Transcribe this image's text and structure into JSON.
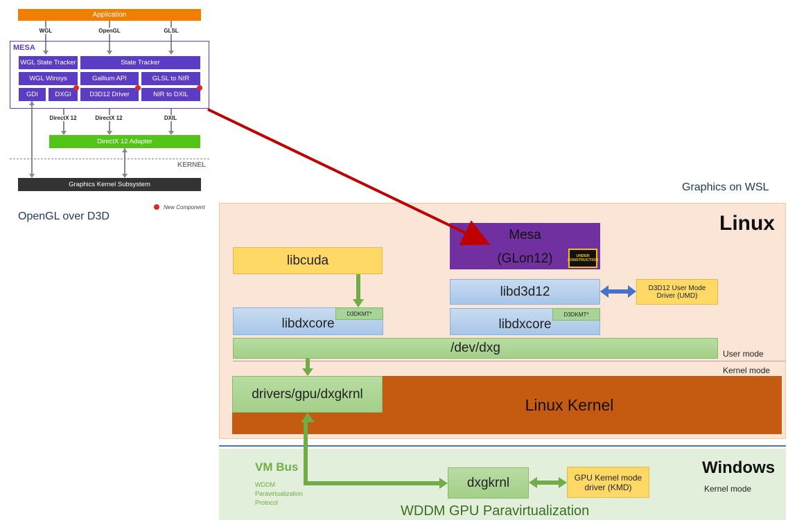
{
  "top": {
    "application": "Application",
    "api_labels": [
      "WGL",
      "OpenGL",
      "GLSL"
    ],
    "mesa_label": "MESA",
    "mesa_row1": [
      "WGL State Tracker",
      "State Tracker"
    ],
    "mesa_row2": [
      "WGL Winsys",
      "Gallium API",
      "GLSL to NIR"
    ],
    "mesa_row3": [
      "GDI",
      "DXGI",
      "D3D12 Driver",
      "NIR to DXIL"
    ],
    "out_labels": [
      "DirectX 12",
      "DirectX 12",
      "DXIL"
    ],
    "adapter": "DirectX 12 Adapter",
    "kernel_label": "KERNEL",
    "kernel_subsystem": "Graphics Kernel Subsystem",
    "legend": "New Component",
    "caption": "OpenGL over D3D"
  },
  "wsl": {
    "title": "Graphics on WSL",
    "linux_label": "Linux",
    "mesa_line1": "Mesa",
    "mesa_line2": "(GLon12)",
    "construction_sign": "UNDER CONSTRUCTION",
    "libcuda": "libcuda",
    "libd3d12": "libd3d12",
    "umd": "D3D12 User Mode Driver (UMD)",
    "libdxcore_left": "libdxcore",
    "libdxcore_right": "libdxcore",
    "d3dkmt_left": "D3DKMT*",
    "d3dkmt_right": "D3DKMT*",
    "devdxg": "/dev/dxg",
    "user_mode": "User mode",
    "kernel_mode": "Kernel mode",
    "dxgkrnl_linux": "drivers/gpu/dxgkrnl",
    "linux_kernel": "Linux Kernel",
    "windows_label": "Windows",
    "windows_kernel_mode": "Kernel mode",
    "vmbus": "VM Bus",
    "vmbus_sub": [
      "WDDM",
      "Paravirtualization",
      "Protocol"
    ],
    "dxgkrnl_win": "dxgkrnl",
    "kmd": "GPU Kernel mode driver (KMD)",
    "footer": "WDDM GPU Paravirtualization"
  },
  "colors": {
    "application": "#f07f00",
    "mesa_block": "#5b3cc4",
    "adapter": "#53c41a",
    "kernel_bar": "#333333",
    "new_component_dot": "#d72a2a",
    "linux_bg": "#fbe5d6",
    "windows_bg": "#e2efda",
    "mesa_wsl": "#7030a0",
    "yellow_box": "#ffd966",
    "linux_kernel": "#c55a11",
    "red_arrow": "#c00000",
    "double_arrow": "#4472c4"
  }
}
